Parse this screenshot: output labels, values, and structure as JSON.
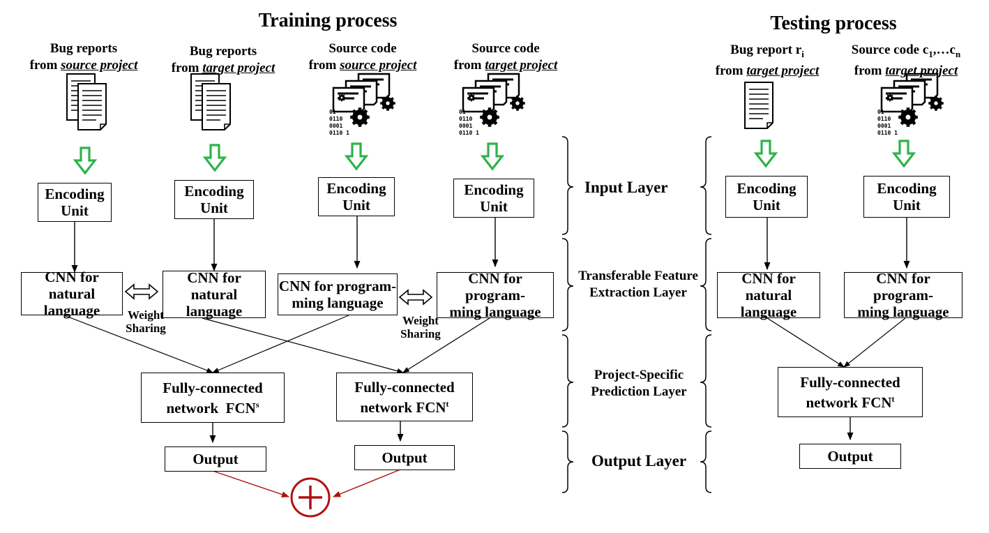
{
  "titles": {
    "training": "Training process",
    "testing": "Testing process"
  },
  "training": {
    "inputs": [
      {
        "line1": "Bug reports",
        "line2_prefix": "from ",
        "line2_emph": "source project"
      },
      {
        "line1": "Bug reports",
        "line2_prefix": "from ",
        "line2_emph": "target project"
      },
      {
        "line1": "Source code",
        "line2_prefix": "from ",
        "line2_emph": "source project"
      },
      {
        "line1": "Source code",
        "line2_prefix": "from ",
        "line2_emph": "target project"
      }
    ],
    "encoding_l1": "Encoding",
    "encoding_l2": "Unit",
    "cnn": [
      {
        "l1": "CNN for natural",
        "l2": "language"
      },
      {
        "l1": "CNN for natural",
        "l2": "language"
      },
      {
        "l1": "CNN for program-",
        "l2": "ming language"
      },
      {
        "l1": "CNN for program-",
        "l2": "ming language"
      }
    ],
    "weight_sharing_l1": "Weight",
    "weight_sharing_l2": "Sharing",
    "fcn": [
      {
        "l1": "Fully-connected",
        "l2": "network  FCN",
        "sup": "s"
      },
      {
        "l1": "Fully-connected",
        "l2": "network FCN",
        "sup": "t"
      }
    ],
    "output": "Output",
    "combine_symbol": "+"
  },
  "layers": {
    "input": "Input Layer",
    "transfer_l1": "Transferable Feature",
    "transfer_l2": "Extraction Layer",
    "project_l1": "Project-Specific",
    "project_l2": "Prediction Layer",
    "output": "Output Layer"
  },
  "testing": {
    "input_report_l1": "Bug report r",
    "input_report_sub": "i",
    "input_report_l2_prefix": "from ",
    "input_report_l2_emph": "target project",
    "input_code_l1a": "Source code c",
    "input_code_sub1": "1",
    "input_code_l1b": ",…c",
    "input_code_sub2": "n",
    "input_code_l2_prefix": "from ",
    "input_code_l2_emph": "target project",
    "encoding_l1": "Encoding",
    "encoding_l2": "Unit",
    "cnn": [
      {
        "l1": "CNN for natural",
        "l2": "language"
      },
      {
        "l1": "CNN for program-",
        "l2": "ming language"
      }
    ],
    "fcn": {
      "l1": "Fully-connected",
      "l2": "network FCN",
      "sup": "t"
    },
    "output": "Output"
  },
  "icons": {
    "doc_stack": "document-stack-icon",
    "doc_single": "document-icon",
    "code_gears": "source-code-gears-icon",
    "binary_l1": "01",
    "binary_l2": "0110",
    "binary_l3": "0001",
    "binary_l4": "0110 1"
  },
  "colors": {
    "arrow_green": "#2db34a",
    "combine_red": "#b01010"
  }
}
